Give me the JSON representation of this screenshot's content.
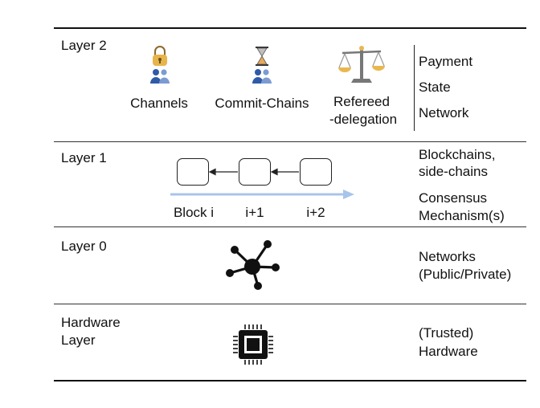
{
  "layers": {
    "layer2": {
      "name": "Layer 2",
      "techniques": [
        {
          "label": "Channels",
          "icon": "lock-users-icon"
        },
        {
          "label": "Commit-Chains",
          "icon": "hourglass-users-icon"
        },
        {
          "label_line1": "Refereed",
          "label_line2": "-delegation",
          "icon": "balance-scale-icon"
        }
      ],
      "right": [
        "Payment",
        "State",
        "Network"
      ]
    },
    "layer1": {
      "name": "Layer 1",
      "blocks": [
        "Block i",
        "i+1",
        "i+2"
      ],
      "right_a": [
        "Blockchains,",
        "side-chains"
      ],
      "right_b": [
        "Consensus",
        "Mechanism(s)"
      ]
    },
    "layer0": {
      "name": "Layer 0",
      "icon": "network-hub-icon",
      "right": [
        "Networks",
        "(Public/Private)"
      ]
    },
    "hardware": {
      "name_line1": "Hardware",
      "name_line2": "Layer",
      "icon": "chip-icon",
      "right": [
        "(Trusted)",
        "Hardware"
      ]
    }
  },
  "colors": {
    "line": "#111111",
    "arrow": "#a9c4ea",
    "lock": "#e7b54b",
    "users": "#2f5aa8",
    "scale": "#e9b74f"
  }
}
